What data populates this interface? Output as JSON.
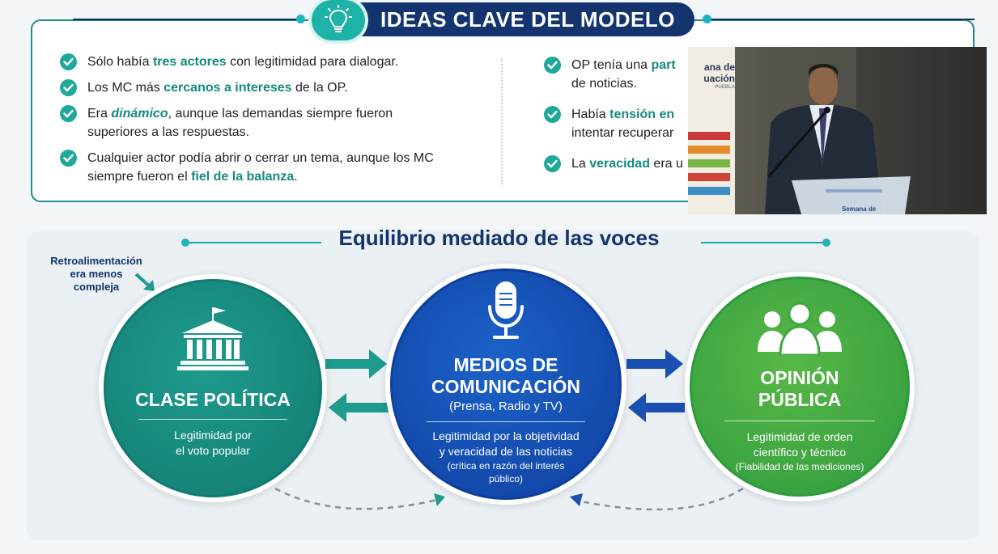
{
  "header": {
    "title": "IDEAS CLAVE DEL MODELO"
  },
  "key_ideas_left": [
    {
      "parts": [
        {
          "t": "Sólo había "
        },
        {
          "t": "tres actores",
          "hl": true
        },
        {
          "t": " con legitimidad para dialogar."
        }
      ]
    },
    {
      "parts": [
        {
          "t": "Los MC más "
        },
        {
          "t": "cercanos a intereses",
          "hl": true
        },
        {
          "t": " de la OP."
        }
      ]
    },
    {
      "parts": [
        {
          "t": "Era "
        },
        {
          "t": "dinámico",
          "hl": true,
          "italic": true
        },
        {
          "t": ", aunque las demandas siempre fueron superiores a las respuestas."
        }
      ]
    },
    {
      "parts": [
        {
          "t": "Cualquier actor podía abrir o cerrar un tema, aunque los MC siempre fueron el "
        },
        {
          "t": "fiel de la balanza",
          "hl": true
        },
        {
          "t": "."
        }
      ]
    }
  ],
  "key_ideas_right": [
    {
      "parts": [
        {
          "t": "OP tenía una "
        },
        {
          "t": "part",
          "hl": true
        },
        {
          "t": " de noticias."
        }
      ]
    },
    {
      "parts": [
        {
          "t": "Había "
        },
        {
          "t": "tensión en",
          "hl": true
        },
        {
          "t": " intentar recuperar"
        }
      ]
    },
    {
      "parts": [
        {
          "t": "La "
        },
        {
          "t": "veracidad",
          "hl": true
        },
        {
          "t": " era u"
        }
      ]
    }
  ],
  "webcam": {
    "banner_lines": [
      "ana de",
      "uación"
    ],
    "banner_small": "PUEBLA",
    "podium_text": "Semana de"
  },
  "section": {
    "title": "Equilibrio mediado de las voces",
    "feedback_note": [
      "Retroalimentación",
      "era menos",
      "compleja"
    ]
  },
  "circles": {
    "political": {
      "title": "CLASE POLÍTICA",
      "desc": [
        "Legitimidad por",
        "el voto popular"
      ],
      "color_inner": "#1e9b8d",
      "color_outer": "#127a70"
    },
    "media": {
      "title_lines": [
        "MEDIOS DE",
        "COMUNICACIÓN"
      ],
      "subtitle": "(Prensa, Radio y TV)",
      "desc": [
        "Legitimidad por la objetividad",
        "y veracidad de las noticias"
      ],
      "note": [
        "(crítica en razón del interés",
        "público)"
      ],
      "color_inner": "#1c62c9",
      "color_outer": "#0f3f9e"
    },
    "public": {
      "title_lines": [
        "OPINIÓN",
        "PÚBLICA"
      ],
      "desc": [
        "Legitimidad de orden",
        "científico y técnico"
      ],
      "note": [
        "(Fiabilidad de las mediciones)"
      ],
      "color_inner": "#58b847",
      "color_outer": "#2f9a3e"
    }
  },
  "icons": {
    "header": "lightbulb-icon",
    "political": "government-building-icon",
    "media": "microphone-icon",
    "public": "people-group-icon",
    "bullets": "check-circle-icon"
  },
  "colors": {
    "teal": "#1fa99a",
    "navy": "#13346e",
    "blue": "#1c62c9",
    "green": "#58b847"
  }
}
